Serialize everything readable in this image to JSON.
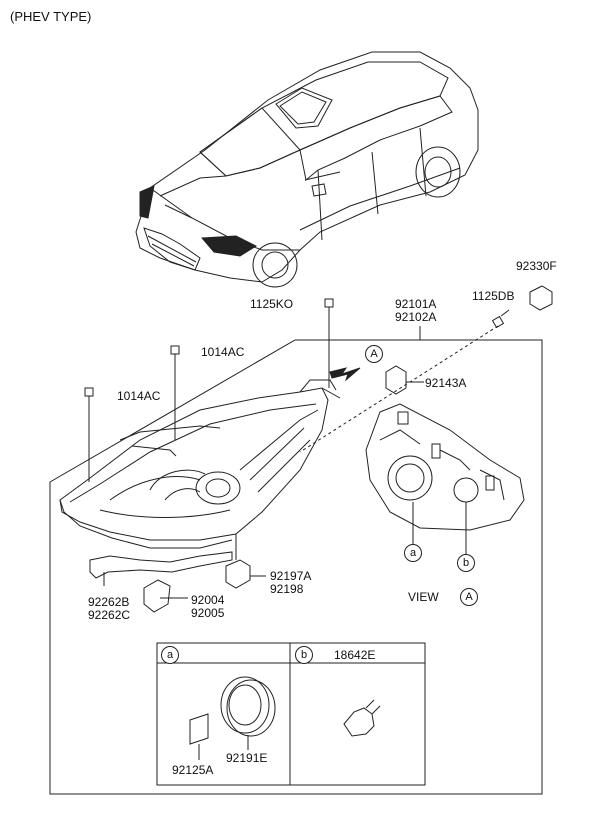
{
  "title": "(PHEV TYPE)",
  "parts": {
    "p92330F": "92330F",
    "p1125DB": "1125DB",
    "p1125KO": "1125KO",
    "p92101A": "92101A",
    "p92102A": "92102A",
    "p1014AC_top": "1014AC",
    "p1014AC_left": "1014AC",
    "p92143A": "92143A",
    "p92197A": "92197A",
    "p92198": "92198",
    "p92262B": "92262B",
    "p92262C": "92262C",
    "p92004": "92004",
    "p92005": "92005",
    "p18642E": "18642E",
    "p92125A": "92125A",
    "p92191E": "92191E"
  },
  "view": {
    "label": "VIEW",
    "ref": "A"
  },
  "refs": {
    "A": "A",
    "a": "a",
    "b": "b"
  }
}
